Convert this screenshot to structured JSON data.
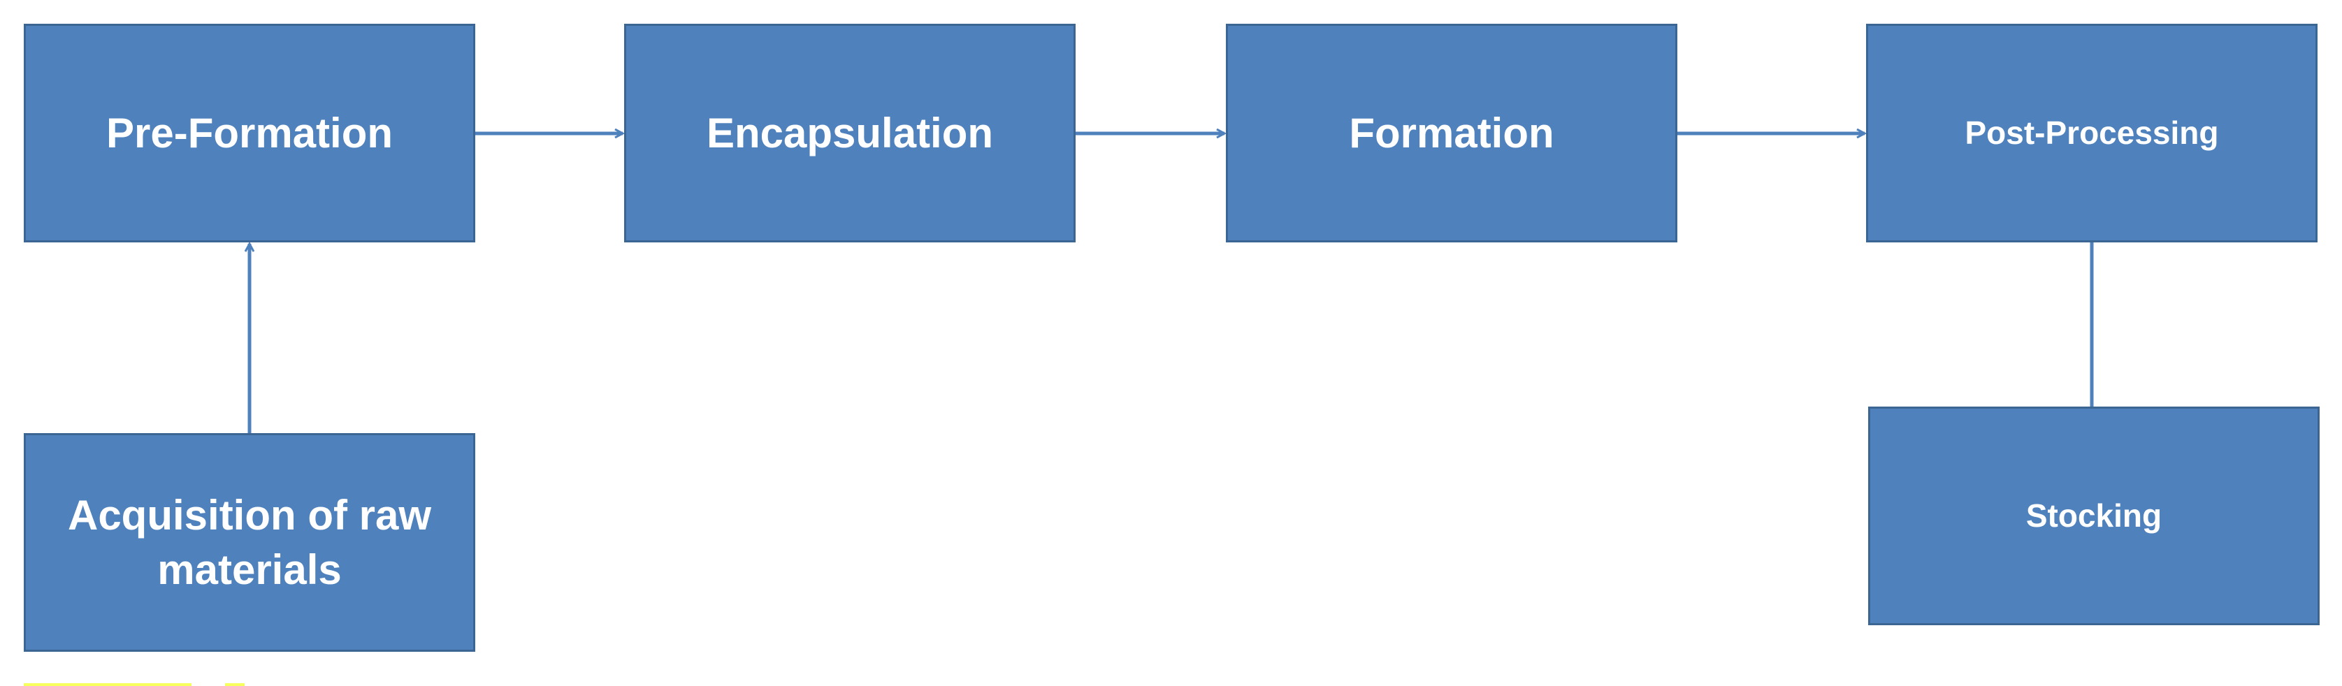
{
  "diagram": {
    "nodes": {
      "pre_formation": "Pre-Formation",
      "encapsulation": "Encapsulation",
      "formation": "Formation",
      "post_processing": "Post-Processing",
      "acquisition": "Acquisition of raw materials",
      "stocking": "Stocking"
    },
    "colors": {
      "node_fill": "#4f81bd",
      "node_border": "#3b6593",
      "connector": "#4f81bd",
      "text": "#ffffff"
    }
  }
}
